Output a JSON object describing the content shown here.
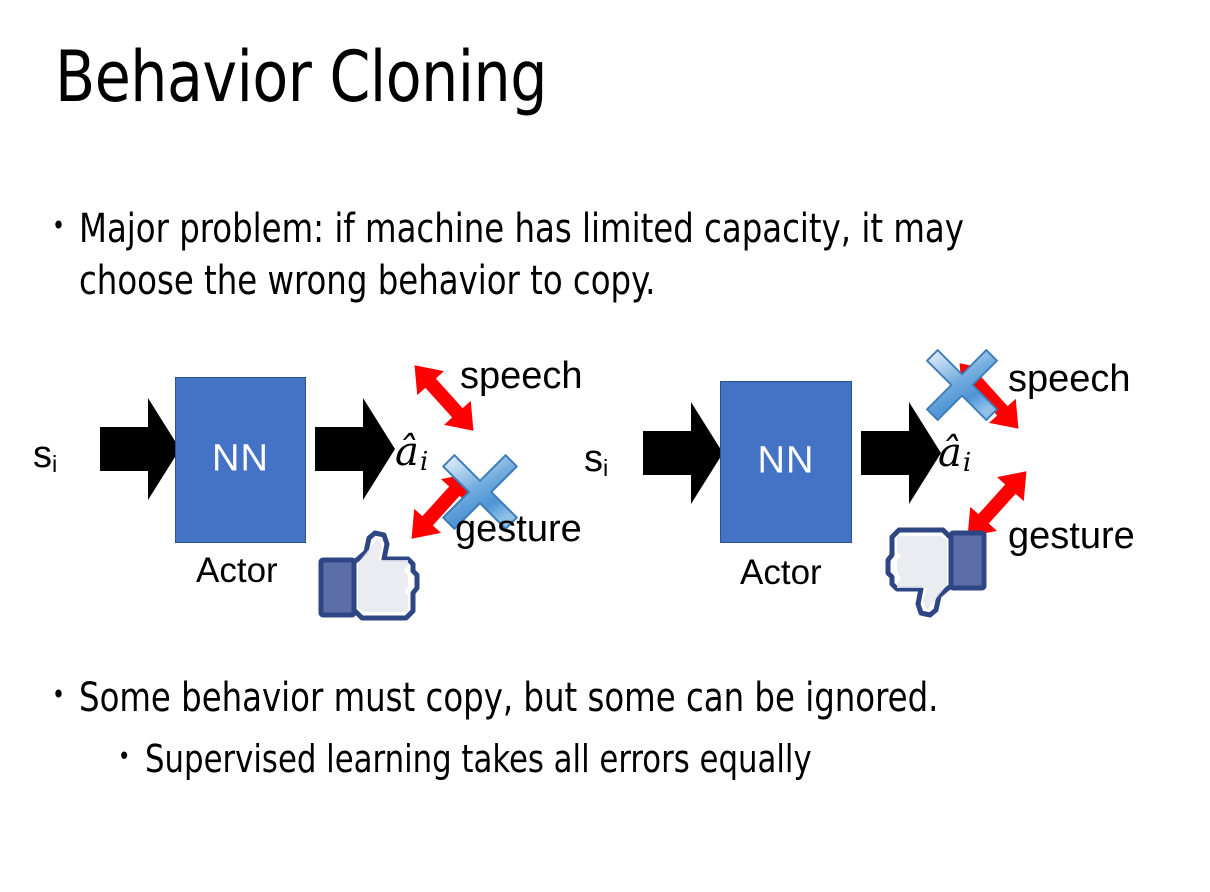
{
  "slide": {
    "title": "Behavior Cloning",
    "background_color": "#FFFFFF",
    "bullet_char": "•"
  },
  "bullets": {
    "top": "Major problem: if machine has limited capacity, it may choose the wrong behavior to copy.",
    "bottom_level1": "Some behavior must copy, but some can be ignored.",
    "bottom_level2": "Supervised learning takes all errors equally"
  },
  "colors": {
    "nn_box_fill": "#4472C4",
    "nn_box_border": "#2E528F",
    "nn_text": "#FFFFFF",
    "arrow_black": "#000000",
    "arrow_red": "#FF0000",
    "x_blue_light": "#CFE2F7",
    "x_blue_mid": "#6FA8DC",
    "x_blue_dark": "#2E75B6",
    "thumb_outline": "#3B5998",
    "thumb_fill": "#FFFFFF",
    "thumb_shadow": "#E3E6EC",
    "thumb_cuff": "#5B6EA8",
    "text": "#000000"
  },
  "diagram_left": {
    "input_label": "s",
    "input_subscript": "i",
    "nn_label": "NN",
    "actor_label": "Actor",
    "output_label": "â",
    "output_subscript": "i",
    "branch_top_label": "speech",
    "branch_bottom_label": "gesture",
    "feedback_icon": "thumbs-up",
    "crossed_out_branch": "gesture",
    "x_mark_present": true
  },
  "diagram_right": {
    "input_label": "s",
    "input_subscript": "i",
    "nn_label": "NN",
    "actor_label": "Actor",
    "output_label": "â",
    "output_subscript": "i",
    "branch_top_label": "speech",
    "branch_bottom_label": "gesture",
    "feedback_icon": "thumbs-down",
    "crossed_out_branch": "speech",
    "x_mark_present": true
  }
}
